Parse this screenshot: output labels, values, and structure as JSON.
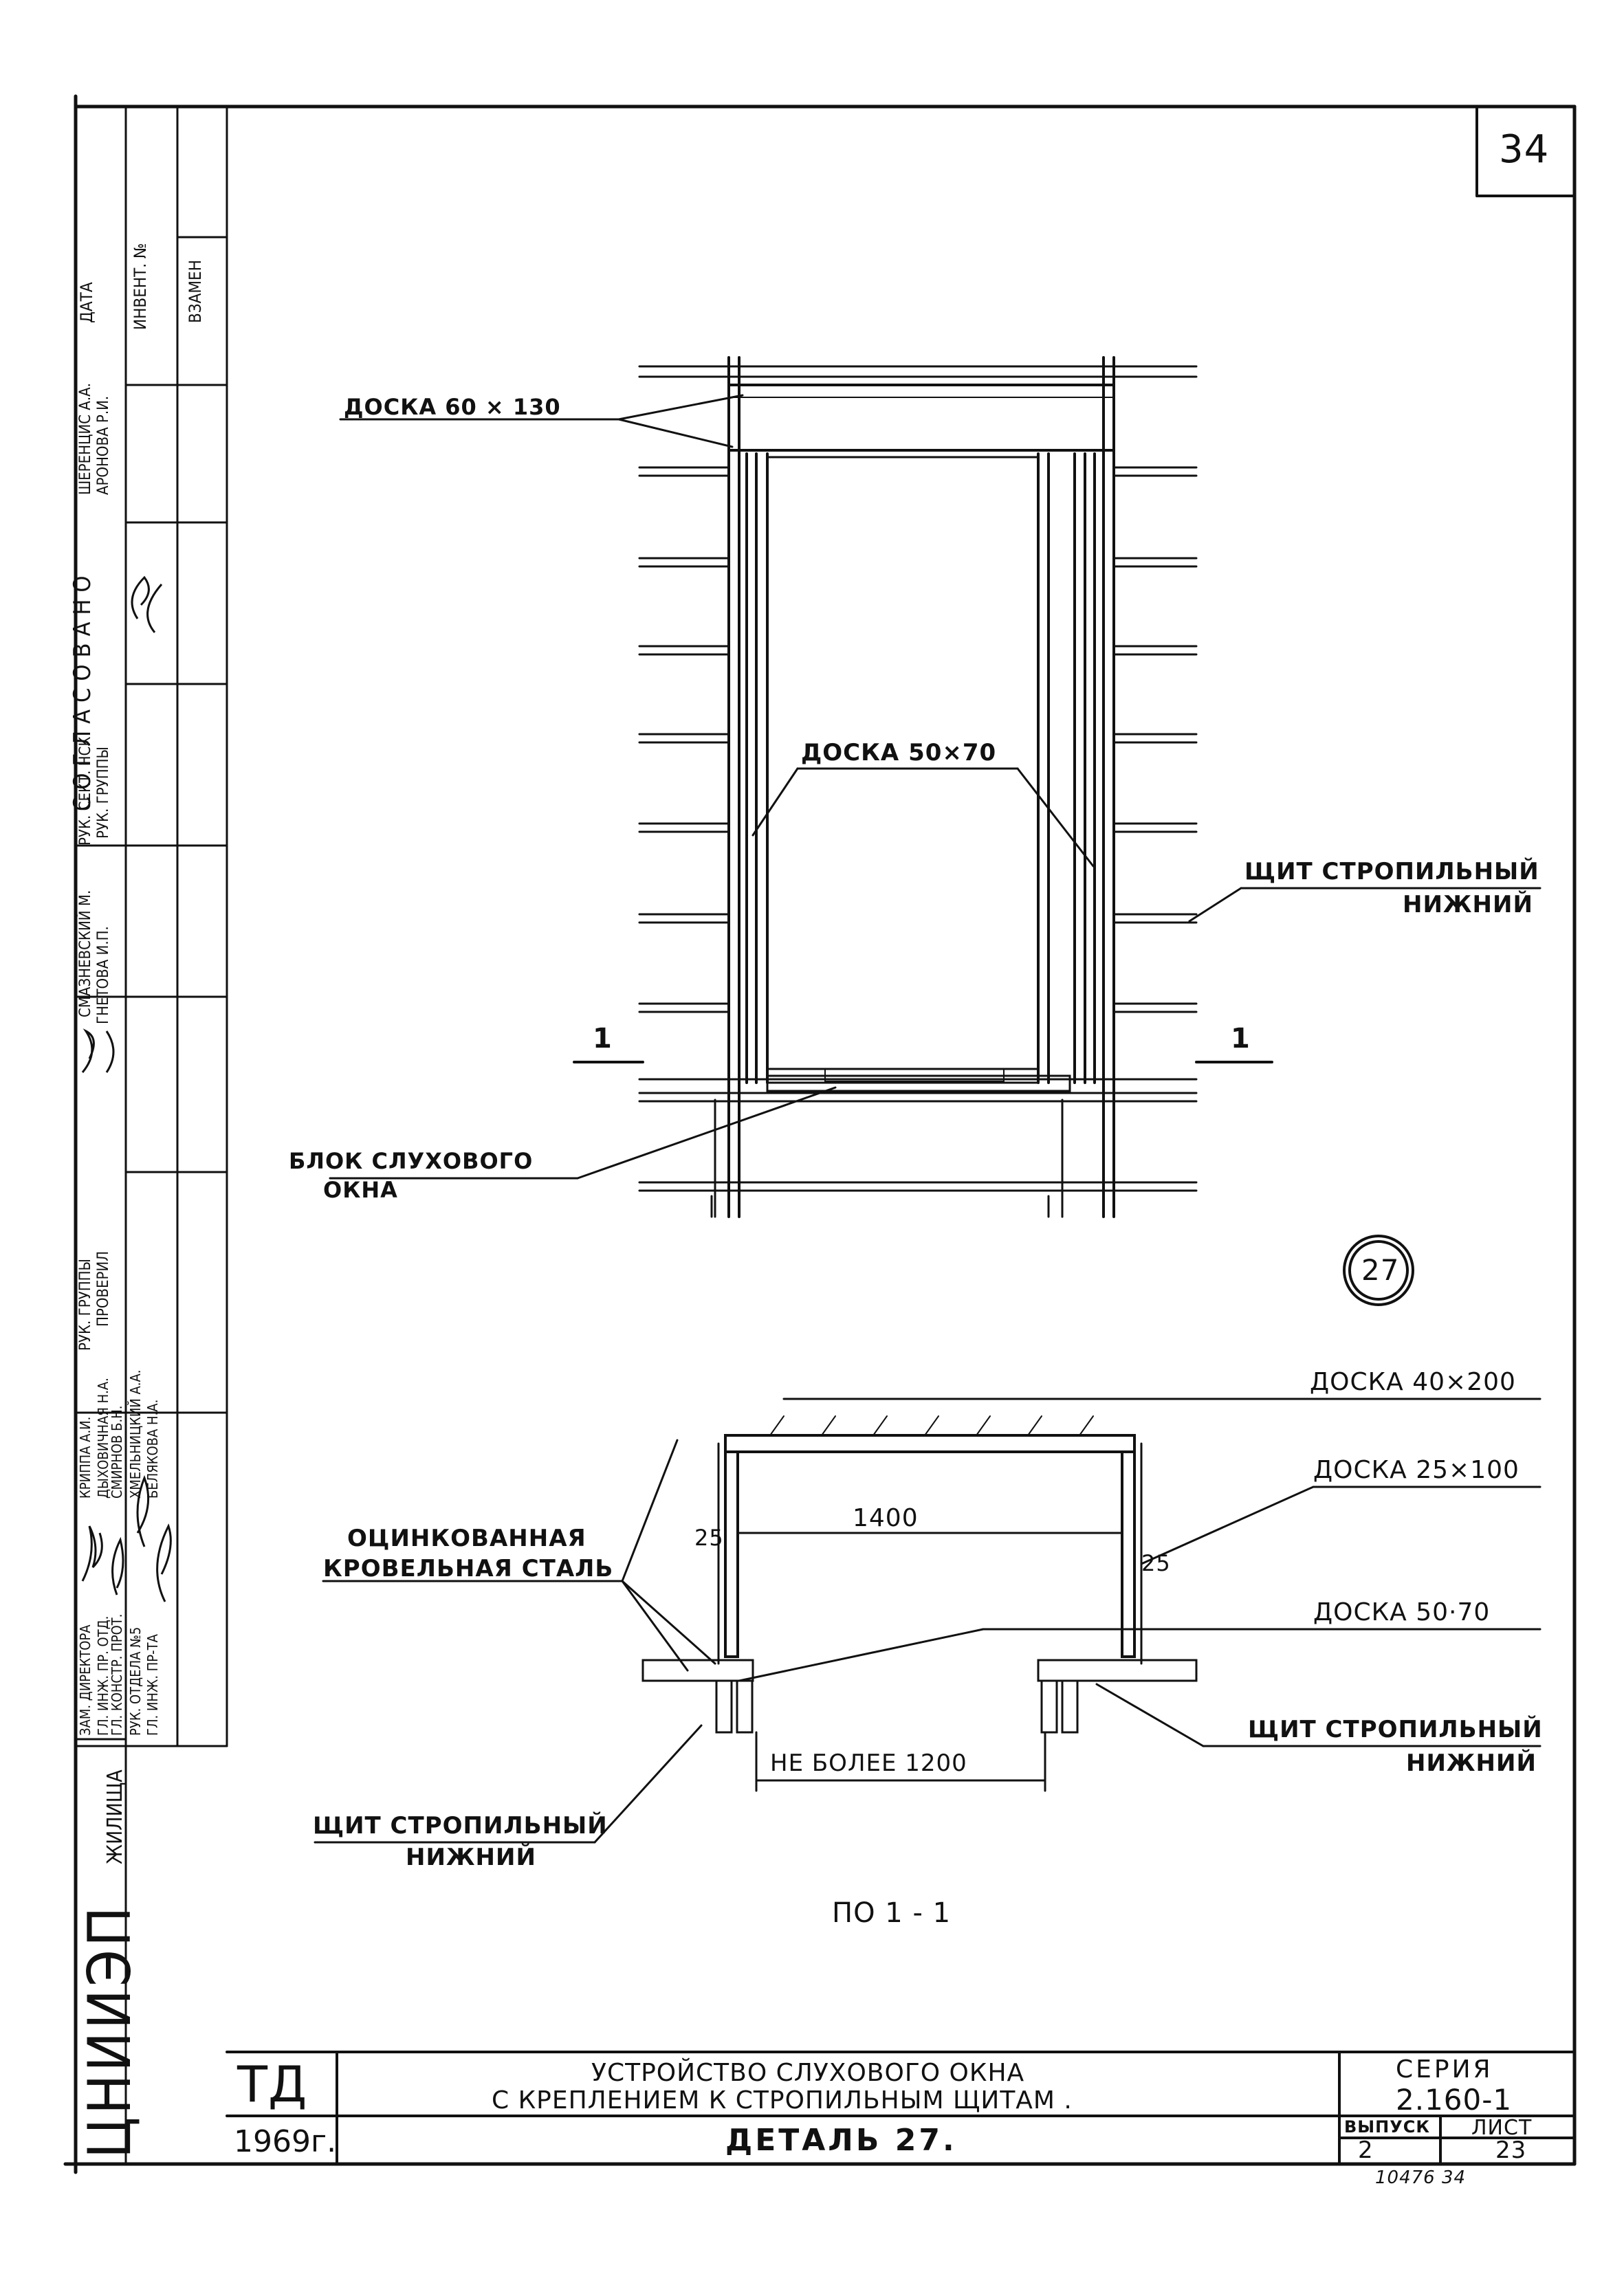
{
  "sheet": {
    "page_number": "34",
    "section_ref": "1",
    "detail_circle": "27",
    "section_caption": "ПО 1 - 1",
    "bottom_note": "10476  34"
  },
  "plan_labels": {
    "board_60_130": "ДОСКА 60 × 130",
    "board_50_70": "ДОСКА 50×70",
    "rafter_panel_line1": "ЩИТ СТРОПИЛЬНЫЙ",
    "rafter_panel_line2": "НИЖНИЙ",
    "window_block_line1": "БЛОК СЛУХОВОГО",
    "window_block_line2": "ОКНА"
  },
  "section_labels": {
    "board_40_200": "ДОСКА 40×200",
    "board_25_100": "ДОСКА 25×100",
    "board_50_70": "ДОСКА 50·70",
    "steel_line1": "ОЦИНКОВАННАЯ",
    "steel_line2": "КРОВЕЛЬНАЯ СТАЛЬ",
    "dim_left": "25",
    "dim_span": "1400",
    "dim_right": "25",
    "dim_max": "НЕ БОЛЕЕ 1200",
    "panel_right_line1": "ЩИТ СТРОПИЛЬНЫЙ",
    "panel_right_line2": "НИЖНИЙ",
    "panel_left_line1": "ЩИТ СТРОПИЛЬНЫЙ",
    "panel_left_line2": "НИЖНИЙ"
  },
  "title_block": {
    "org_code": "ТД",
    "year": "1969г.",
    "title_line1": "УСТРОЙСТВО СЛУХОВОГО ОКНА",
    "title_line2": "С КРЕПЛЕНИЕМ К СТРОПИЛЬНЫМ ЩИТАМ .",
    "detail_name": "ДЕТАЛЬ 27.",
    "series_label": "СЕРИЯ",
    "series_value": "2.160-1",
    "issue_label": "ВЫПУСК",
    "issue_value": "2",
    "sheet_label": "ЛИСТ",
    "sheet_value": "23"
  },
  "side_stamp": {
    "institute": "ЦНИИЭП",
    "institute_suffix": "ЖИЛИЩА",
    "roles": [
      "ЗАМ. ДИРЕКТОРА",
      "ГЛ. ИНЖ. ПР. ОТД.",
      "ГЛ. КОНСТР. ПРОТ.",
      "РУК. ОТДЕЛА №5",
      "ГЛ. ИНЖ. ПР-ТА"
    ],
    "names": [
      "КРИППА А.И.",
      "ДЫХОВИЧНАЯ Н.А.",
      "СМИРНОВ Б.Н.",
      "ХМЕЛЬНИЦКИЙ А.А.",
      "БЕЛЯКОВА Н.А."
    ],
    "col2_top": "РУК. ГРУППЫ",
    "col2_bottom": "ПРОВЕРИЛ",
    "col3_top": "СМАЗНЕВСКИЙ М.",
    "col3_bottom": "ГНЕТОВА И.П.",
    "col4_top": "РУК. СЕКТ. НСК",
    "col4_bottom": "РУК. ГРУППЫ",
    "agreed": "СОГЛАСОВАНО",
    "agreed_names": [
      "ШЕРЕНЦИС А.А.",
      "АРОНОВА Р.И."
    ],
    "date": "ДАТА",
    "inventory": "ИНВЕНТ. №",
    "replacement": "ВЗАМЕН"
  }
}
